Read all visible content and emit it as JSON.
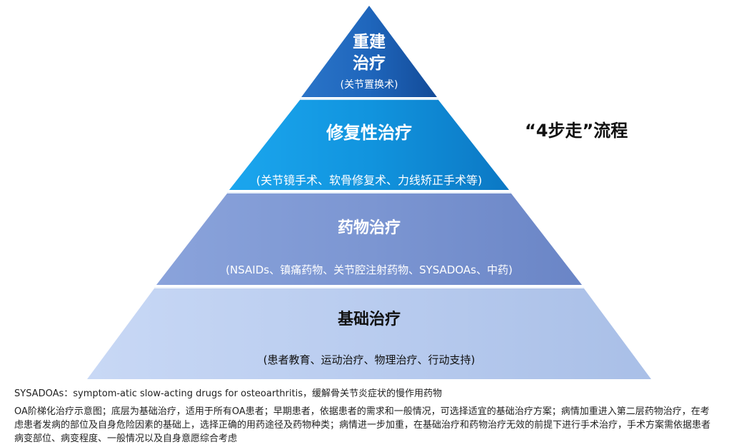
{
  "diagram": {
    "side_label": "“4步走”流程",
    "tiers": [
      {
        "title": "重建治疗",
        "title_line1": "重建",
        "title_line2": "治疗",
        "subtitle": "(关节置换术)",
        "color": "#1a5fb4"
      },
      {
        "title": "修复性治疗",
        "subtitle": "(关节镜手术、软骨修复术、力线矫正手术等)",
        "color": "#1196e0"
      },
      {
        "title": "药物治疗",
        "subtitle": "(NSAIDs、镇痛药物、关节腔注射药物、SYSADOAs、中药)",
        "color": "#7d97d2"
      },
      {
        "title": "基础治疗",
        "subtitle": "(患者教育、运动治疗、物理治疗、行动支持)",
        "color": "#b8cbef"
      }
    ]
  },
  "notes": {
    "footnote": "SYSADOAs：symptom-atic slow-acting drugs for osteoarthritis，缓解骨关节炎症状的慢作用药物",
    "caption": "OA阶梯化治疗示意图；底层为基础治疗，适用于所有OA患者；早期患者，依据患者的需求和一般情况，可选择适宜的基础治疗方案；病情加重进入第二层药物治疗，在考虑患者发病的部位及自身危险因素的基础上，选择正确的用药途径及药物种类；病情进一步加重，在基础治疗和药物治疗无效的前提下进行手术治疗，手术方案需依据患者病变部位、病变程度、一般情况以及自身意愿综合考虑"
  }
}
